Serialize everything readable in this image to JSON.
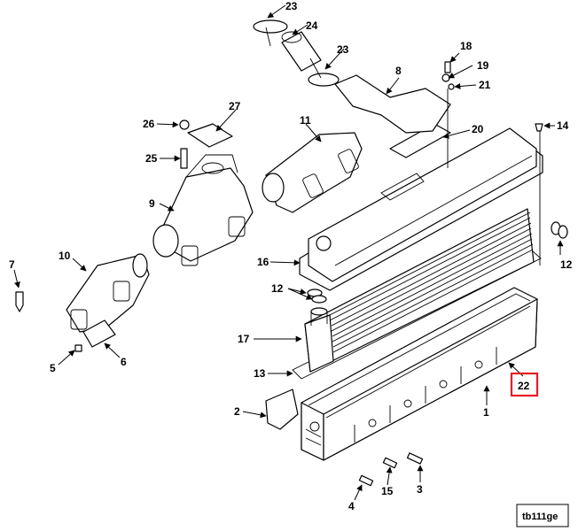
{
  "figure_id": "tb111ge",
  "highlight_color": "#e41e26",
  "highlighted_callout": "18",
  "callouts": [
    {
      "id": "c1",
      "label": "1"
    },
    {
      "id": "c2",
      "label": "2"
    },
    {
      "id": "c3",
      "label": "3"
    },
    {
      "id": "c4",
      "label": "4"
    },
    {
      "id": "c5",
      "label": "5"
    },
    {
      "id": "c6",
      "label": "6"
    },
    {
      "id": "c7",
      "label": "7"
    },
    {
      "id": "c8",
      "label": "8"
    },
    {
      "id": "c9",
      "label": "9"
    },
    {
      "id": "c10",
      "label": "10"
    },
    {
      "id": "c11",
      "label": "11"
    },
    {
      "id": "c12a",
      "label": "12"
    },
    {
      "id": "c12b",
      "label": "12"
    },
    {
      "id": "c13",
      "label": "13"
    },
    {
      "id": "c14",
      "label": "14"
    },
    {
      "id": "c15",
      "label": "15"
    },
    {
      "id": "c16",
      "label": "16"
    },
    {
      "id": "c17",
      "label": "17"
    },
    {
      "id": "c18",
      "label": "18"
    },
    {
      "id": "c19",
      "label": "19"
    },
    {
      "id": "c20",
      "label": "20"
    },
    {
      "id": "c21",
      "label": "21"
    },
    {
      "id": "c22",
      "label": "22"
    },
    {
      "id": "c23a",
      "label": "23"
    },
    {
      "id": "c23b",
      "label": "23"
    },
    {
      "id": "c24",
      "label": "24"
    },
    {
      "id": "c25",
      "label": "25"
    },
    {
      "id": "c26",
      "label": "26"
    },
    {
      "id": "c27",
      "label": "27"
    }
  ]
}
